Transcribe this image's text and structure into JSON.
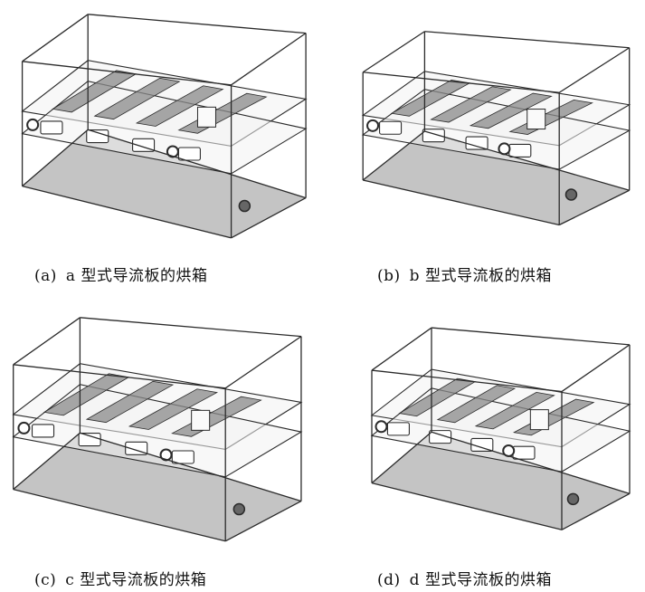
{
  "figure": {
    "panels": [
      {
        "id": "a",
        "tag": "(a)",
        "caption": "a 型式导流板的烘箱",
        "top_vent": true
      },
      {
        "id": "b",
        "tag": "(b)",
        "caption": "b 型式导流板的烘箱",
        "top_vent": false
      },
      {
        "id": "c",
        "tag": "(c)",
        "caption": "c 型式导流板的烘箱",
        "top_vent": false
      },
      {
        "id": "d",
        "tag": "(d)",
        "caption": "d 型式导流板的烘箱",
        "top_vent": false
      }
    ]
  },
  "colors": {
    "line": "#2b2b2b",
    "mesh": "#8a8a8a",
    "floor": "#c4c4c4",
    "shelf": "#f3f3f3"
  }
}
